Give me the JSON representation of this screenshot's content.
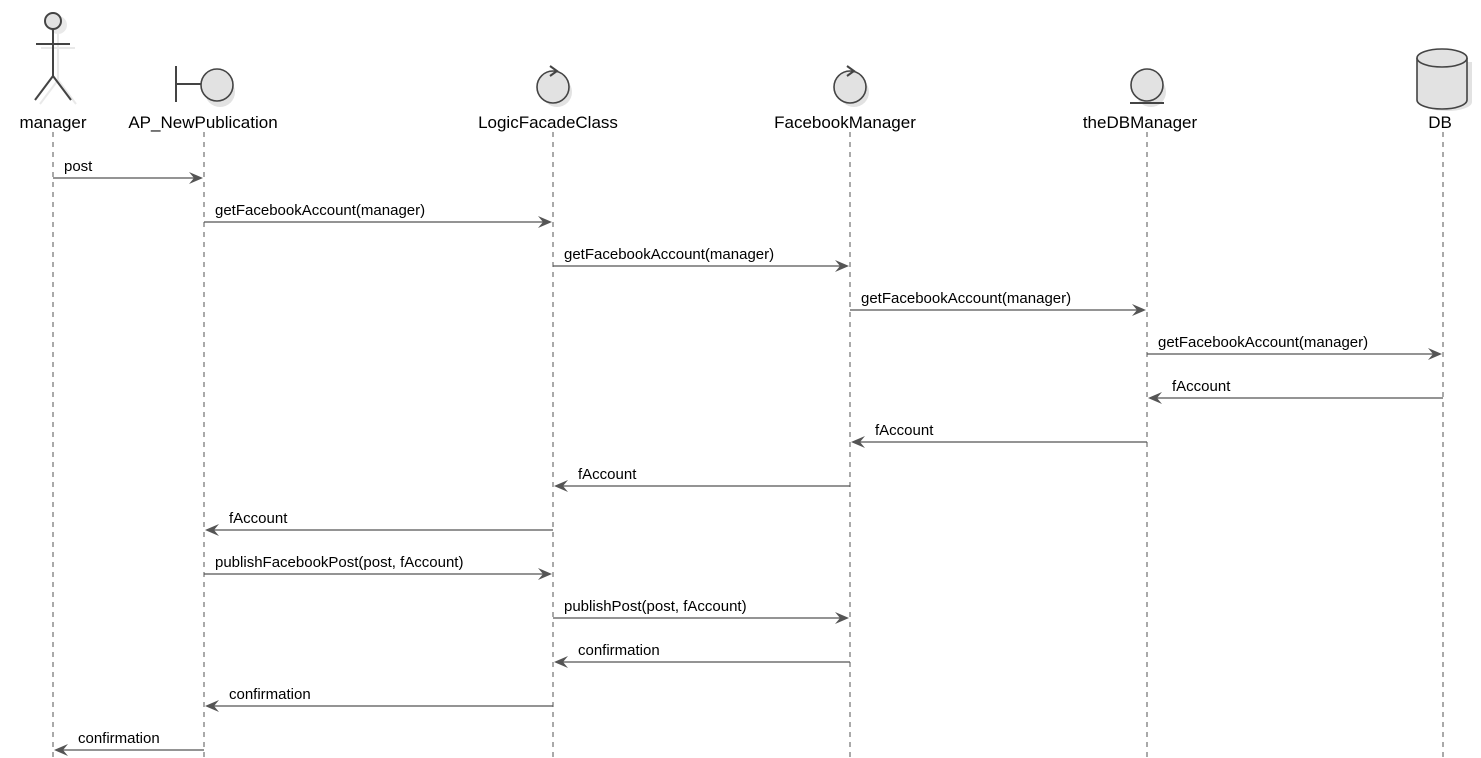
{
  "participants": [
    {
      "id": "manager",
      "name": "manager",
      "kind": "actor"
    },
    {
      "id": "ap",
      "name": "AP_NewPublication",
      "kind": "boundary"
    },
    {
      "id": "logic",
      "name": "LogicFacadeClass",
      "kind": "control"
    },
    {
      "id": "fb",
      "name": "FacebookManager",
      "kind": "control"
    },
    {
      "id": "dbm",
      "name": "theDBManager",
      "kind": "entity"
    },
    {
      "id": "db",
      "name": "DB",
      "kind": "database"
    }
  ],
  "messages": [
    {
      "from": "manager",
      "to": "ap",
      "label": "post"
    },
    {
      "from": "ap",
      "to": "logic",
      "label": "getFacebookAccount(manager)"
    },
    {
      "from": "logic",
      "to": "fb",
      "label": "getFacebookAccount(manager)"
    },
    {
      "from": "fb",
      "to": "dbm",
      "label": "getFacebookAccount(manager)"
    },
    {
      "from": "dbm",
      "to": "db",
      "label": "getFacebookAccount(manager)"
    },
    {
      "from": "db",
      "to": "dbm",
      "label": "fAccount"
    },
    {
      "from": "dbm",
      "to": "fb",
      "label": "fAccount"
    },
    {
      "from": "fb",
      "to": "logic",
      "label": "fAccount"
    },
    {
      "from": "logic",
      "to": "ap",
      "label": "fAccount"
    },
    {
      "from": "ap",
      "to": "logic",
      "label": "publishFacebookPost(post, fAccount)"
    },
    {
      "from": "logic",
      "to": "fb",
      "label": "publishPost(post, fAccount)"
    },
    {
      "from": "fb",
      "to": "logic",
      "label": "confirmation"
    },
    {
      "from": "logic",
      "to": "ap",
      "label": "confirmation"
    },
    {
      "from": "ap",
      "to": "manager",
      "label": "confirmation"
    }
  ]
}
